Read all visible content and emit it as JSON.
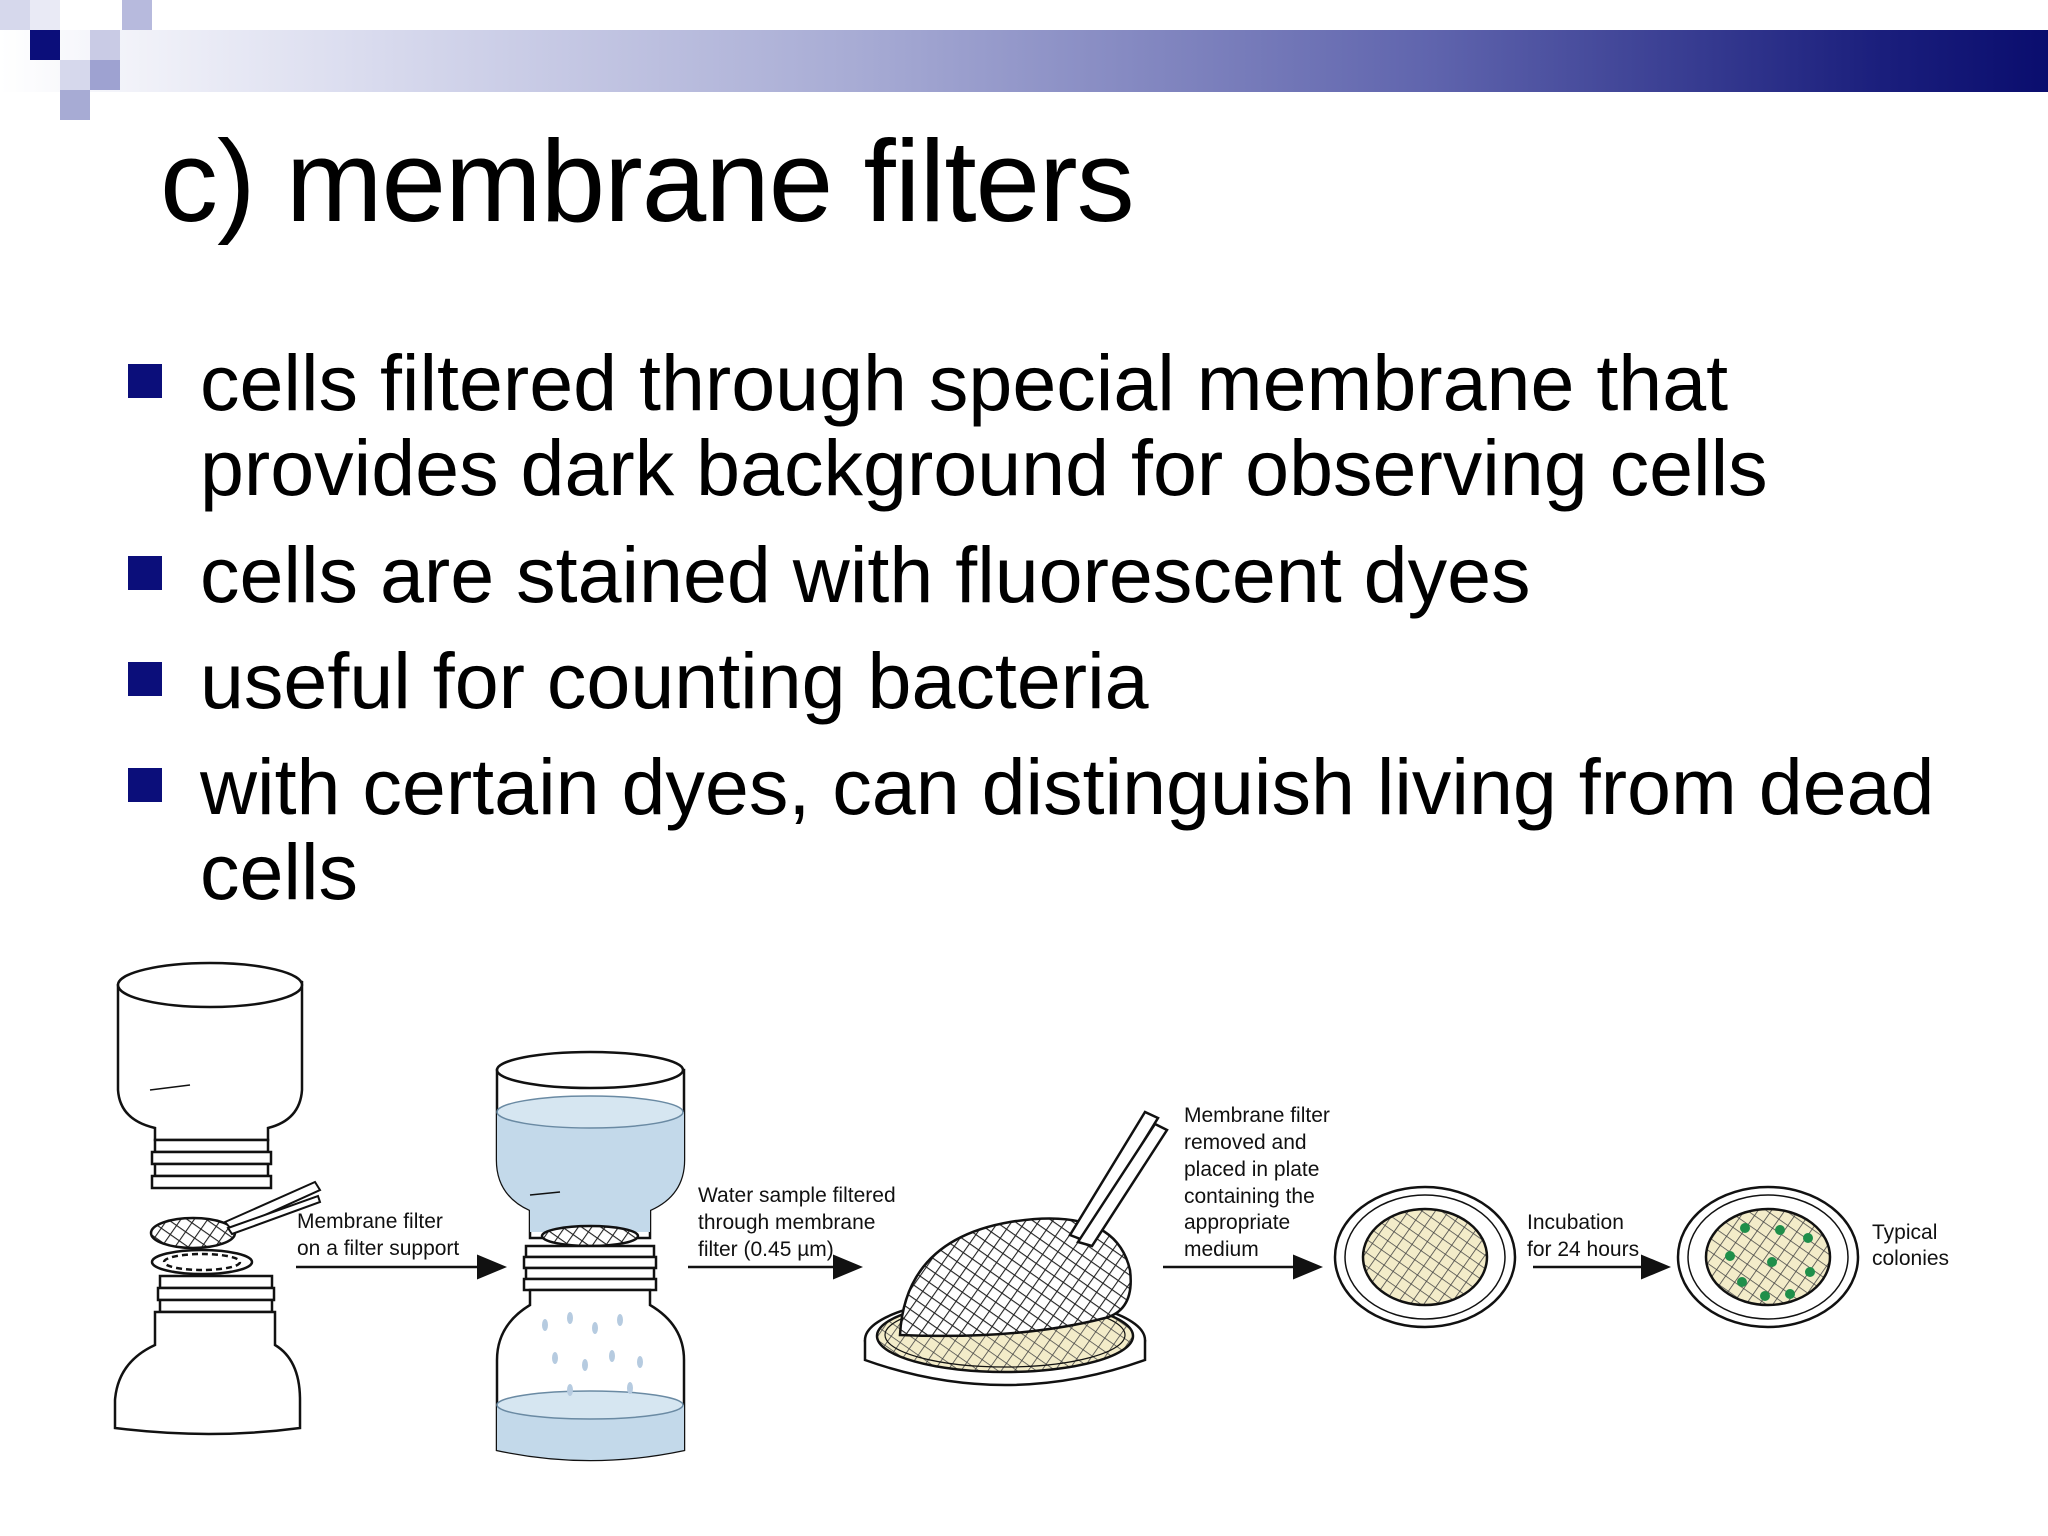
{
  "slide": {
    "title": "c) membrane filters",
    "accent_color": "#0b0e7a",
    "bullets": [
      "cells filtered through special membrane that provides dark background for observing cells",
      "cells are stained with fluorescent dyes",
      "useful for counting bacteria",
      "with certain dyes, can distinguish living from dead cells"
    ]
  },
  "figure": {
    "step1_label": [
      "Membrane filter",
      "on a filter support"
    ],
    "step2_label": [
      "Water sample filtered",
      "through membrane",
      "filter (0.45 µm)"
    ],
    "step3_label": [
      "Membrane filter",
      "removed and",
      "placed in plate",
      "containing the",
      "appropriate",
      "medium"
    ],
    "step4_label": [
      "Incubation",
      "for 24 hours"
    ],
    "step5_label": [
      "Typical",
      "colonies"
    ],
    "water_color": "#c3d9ea",
    "medium_color": "#f3ecc9",
    "colony_color": "#1f8f4a"
  }
}
